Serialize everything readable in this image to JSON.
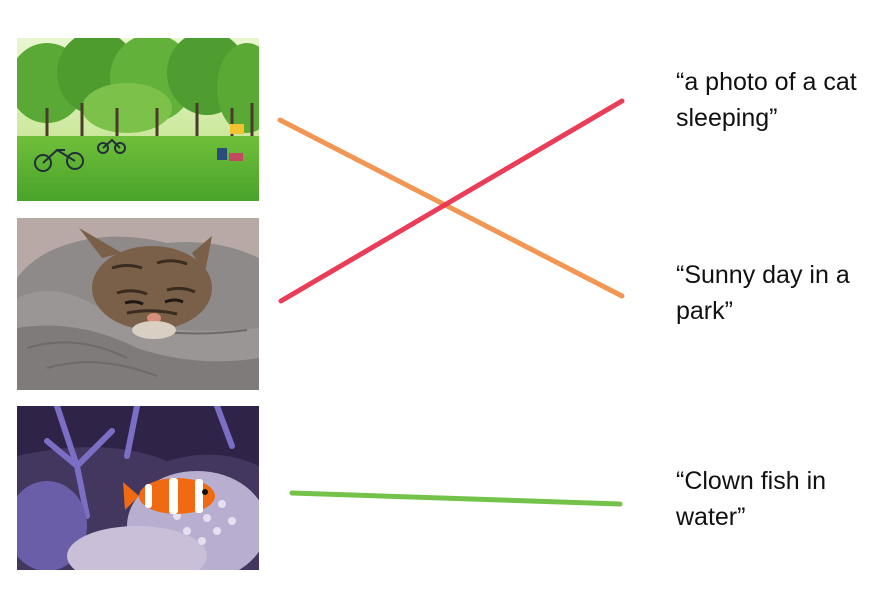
{
  "images": [
    {
      "name": "park-photo",
      "description_icon": "park-image"
    },
    {
      "name": "cat-photo",
      "description_icon": "cat-image"
    },
    {
      "name": "clownfish-photo",
      "description_icon": "fish-image"
    }
  ],
  "captions": [
    {
      "text": "“a photo of a cat sleeping”"
    },
    {
      "text": "“Sunny day in a park”"
    },
    {
      "text": "“Clown fish in water”"
    }
  ],
  "connections": [
    {
      "from_image": 0,
      "to_caption": 1,
      "color": "#f0904a"
    },
    {
      "from_image": 1,
      "to_caption": 0,
      "color": "#e8334f"
    },
    {
      "from_image": 2,
      "to_caption": 2,
      "color": "#6bbf3f"
    }
  ]
}
